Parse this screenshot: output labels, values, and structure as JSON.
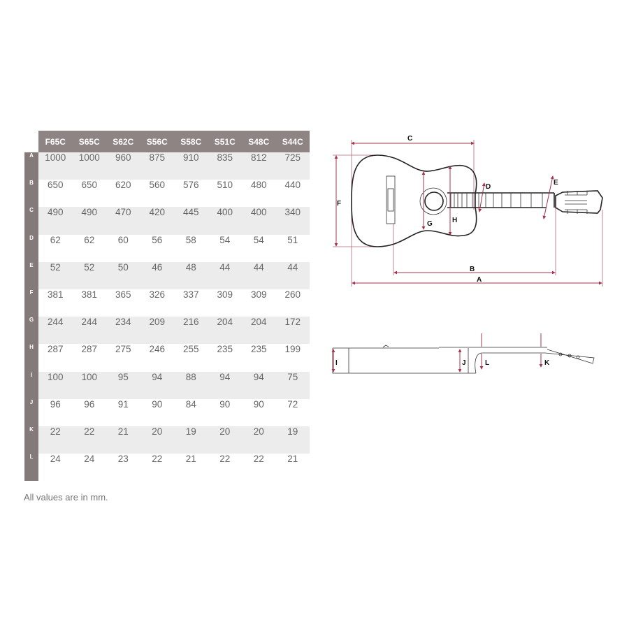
{
  "table": {
    "columns": [
      "F65C",
      "S65C",
      "S62C",
      "S56C",
      "S58C",
      "S51C",
      "S48C",
      "S44C"
    ],
    "rows": [
      {
        "label": "A",
        "values": [
          "1000",
          "1000",
          "960",
          "875",
          "910",
          "835",
          "812",
          "725"
        ]
      },
      {
        "label": "B",
        "values": [
          "650",
          "650",
          "620",
          "560",
          "576",
          "510",
          "480",
          "440"
        ]
      },
      {
        "label": "C",
        "values": [
          "490",
          "490",
          "470",
          "420",
          "445",
          "400",
          "400",
          "340"
        ]
      },
      {
        "label": "D",
        "values": [
          "62",
          "62",
          "60",
          "56",
          "58",
          "54",
          "54",
          "51"
        ]
      },
      {
        "label": "E",
        "values": [
          "52",
          "52",
          "50",
          "46",
          "48",
          "44",
          "44",
          "44"
        ]
      },
      {
        "label": "F",
        "values": [
          "381",
          "381",
          "365",
          "326",
          "337",
          "309",
          "309",
          "260"
        ]
      },
      {
        "label": "G",
        "values": [
          "244",
          "244",
          "234",
          "209",
          "216",
          "204",
          "204",
          "172"
        ]
      },
      {
        "label": "H",
        "values": [
          "287",
          "287",
          "275",
          "246",
          "255",
          "235",
          "235",
          "199"
        ]
      },
      {
        "label": "I",
        "values": [
          "100",
          "100",
          "95",
          "94",
          "88",
          "94",
          "94",
          "75"
        ]
      },
      {
        "label": "J",
        "values": [
          "96",
          "96",
          "91",
          "90",
          "84",
          "90",
          "90",
          "72"
        ]
      },
      {
        "label": "K",
        "values": [
          "22",
          "22",
          "21",
          "20",
          "19",
          "20",
          "20",
          "19"
        ]
      },
      {
        "label": "L",
        "values": [
          "24",
          "24",
          "23",
          "22",
          "21",
          "22",
          "22",
          "21"
        ]
      }
    ]
  },
  "footnote": "All values are in mm.",
  "diagram": {
    "top_view_labels": {
      "A": "A",
      "B": "B",
      "C": "C",
      "D": "D",
      "E": "E",
      "F": "F",
      "G": "G",
      "H": "H"
    },
    "side_view_labels": {
      "I": "I",
      "J": "J",
      "K": "K",
      "L": "L"
    },
    "dimension_color": "#a3344c"
  }
}
